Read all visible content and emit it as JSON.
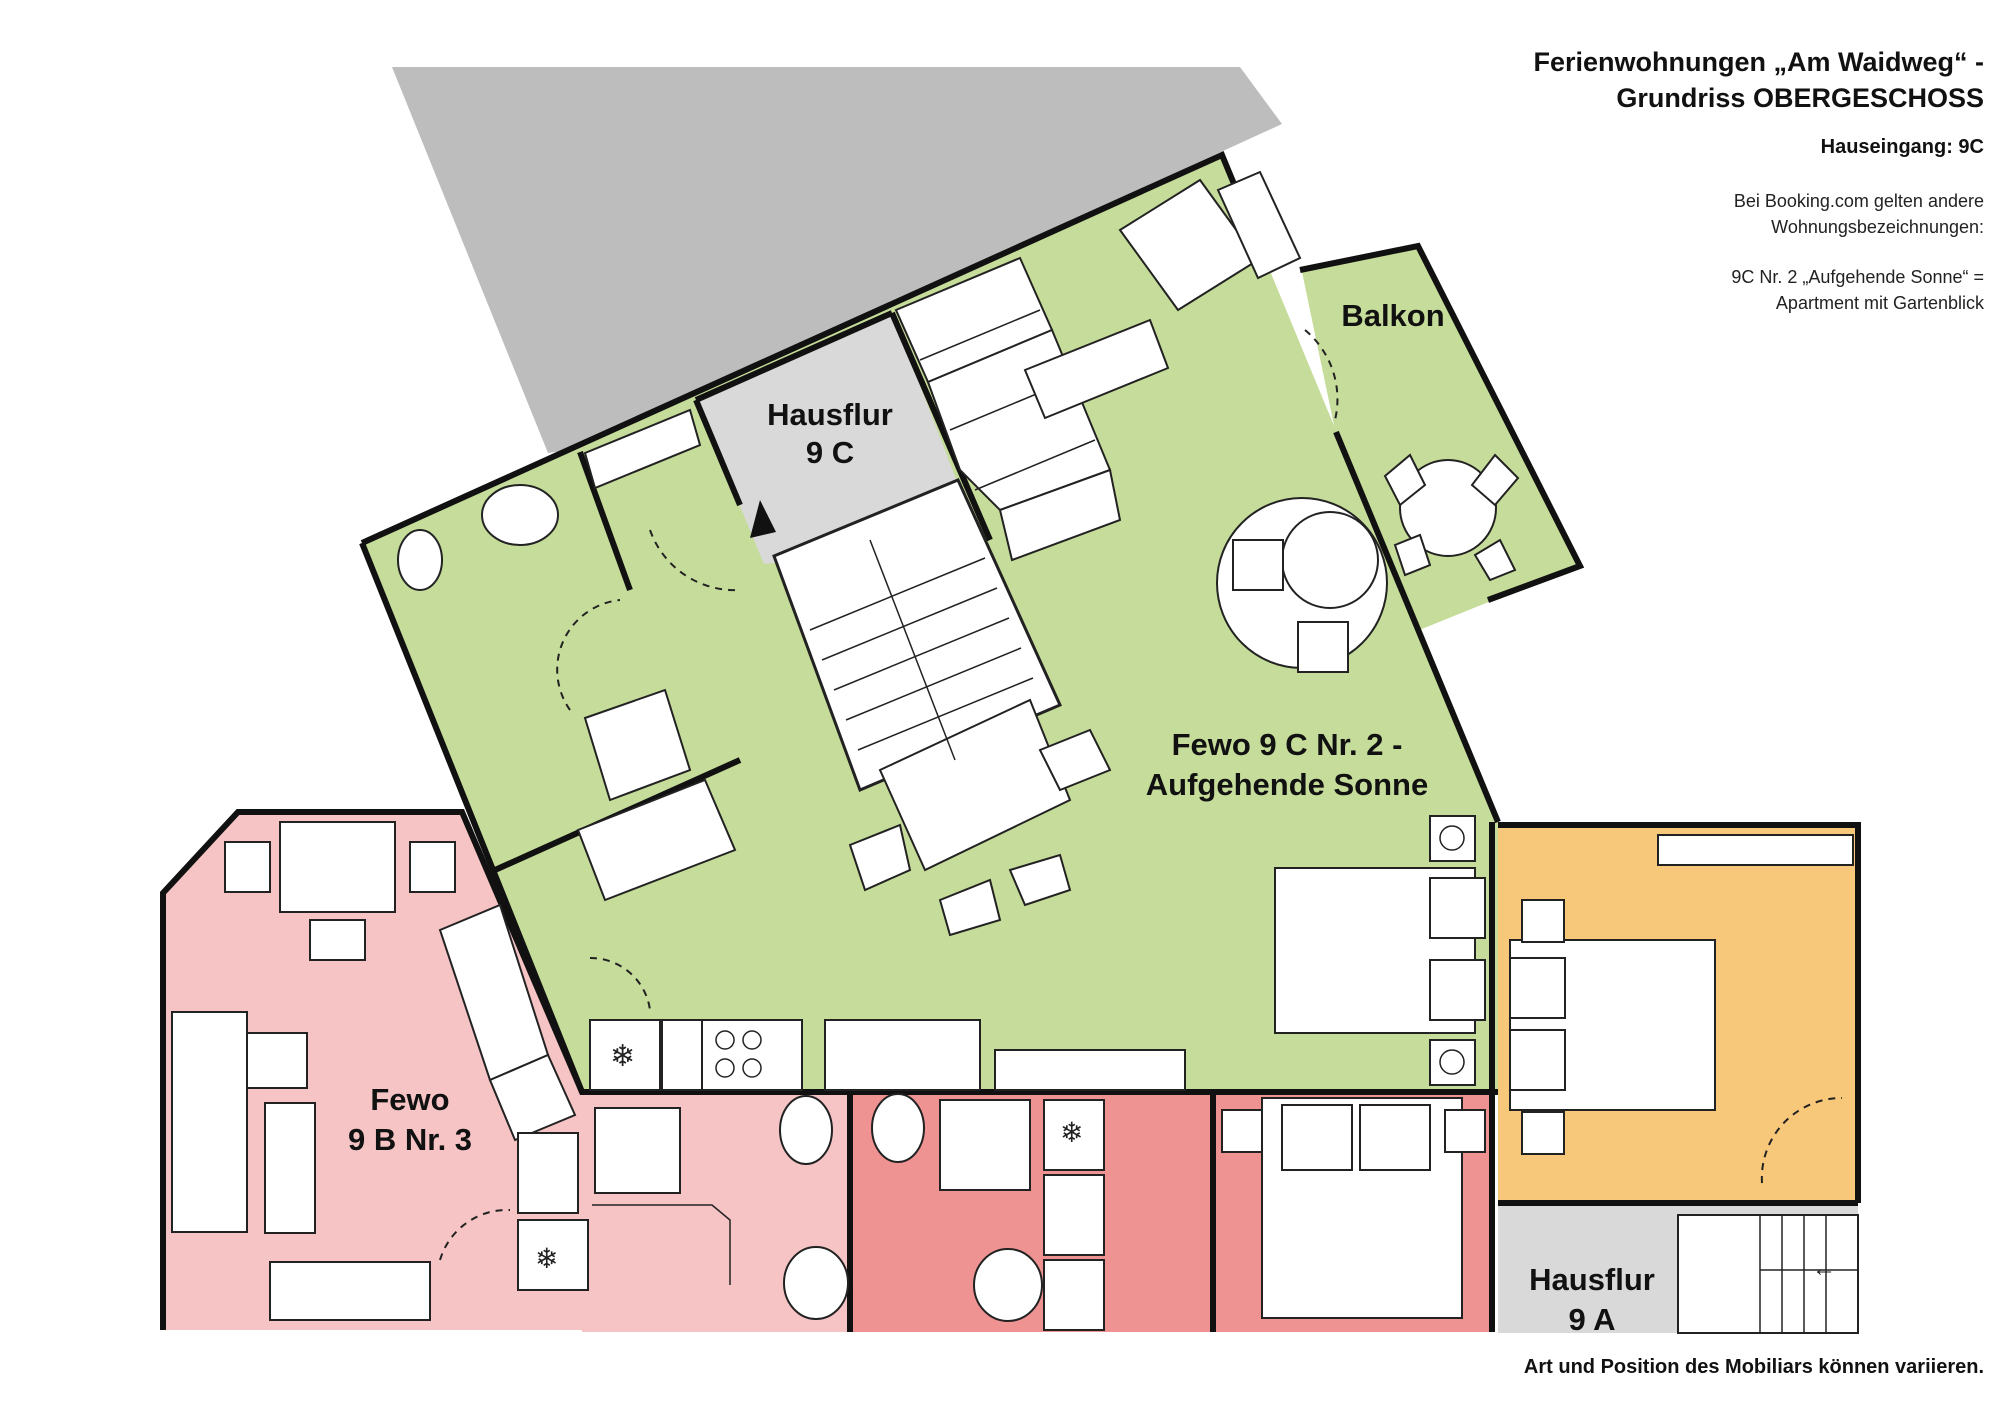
{
  "header": {
    "title_line1": "Ferienwohnungen „Am Waidweg“ -",
    "title_line2": "Grundriss OBERGESCHOSS",
    "entrance": "Hauseingang: 9C",
    "note_line1": "Bei Booking.com gelten andere",
    "note_line2": "Wohnungsbezeichnungen:",
    "mapping_line1": "9C Nr. 2 „Aufgehende Sonne“ =",
    "mapping_line2": "Apartment mit Gartenblick"
  },
  "rooms": {
    "hausflur_9c": {
      "line1": "Hausflur",
      "line2": "9 C"
    },
    "balkon": {
      "label": "Balkon"
    },
    "fewo_9c": {
      "line1": "Fewo 9 C Nr. 2 -",
      "line2": "Aufgehende Sonne"
    },
    "fewo_9b": {
      "line1": "Fewo",
      "line2": "9 B Nr. 3"
    },
    "hausflur_9a": {
      "line1": "Hausflur",
      "line2": "9 A"
    }
  },
  "footer": {
    "disclaimer": "Art und Position des Mobiliars können variieren."
  },
  "colors": {
    "green_apartment": "#c6dc9a",
    "pink_apartment": "#f6c4c4",
    "red_apartment": "#ee9292",
    "orange_apartment": "#f8c87a",
    "gray_area": "#bdbdbd",
    "hallway": "#d9d9d9",
    "wall": "#111111"
  },
  "icons": [
    "snowflake-icon",
    "entrance-arrow-icon",
    "stair-arrow-icon"
  ]
}
